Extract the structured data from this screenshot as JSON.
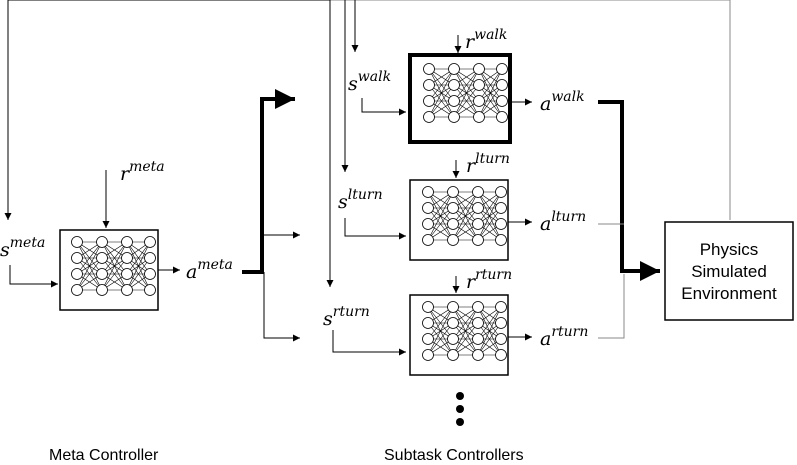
{
  "meta": {
    "state": {
      "base": "s",
      "sup": "meta"
    },
    "reward": {
      "base": "r",
      "sup": "meta"
    },
    "action": {
      "base": "a",
      "sup": "meta"
    },
    "caption": "Meta Controller"
  },
  "subtasks": {
    "caption": "Subtask Controllers",
    "more_indicator": "⋮",
    "walk": {
      "state": {
        "base": "s",
        "sup": "walk"
      },
      "reward": {
        "base": "r",
        "sup": "walk"
      },
      "action": {
        "base": "a",
        "sup": "walk"
      }
    },
    "lturn": {
      "state": {
        "base": "s",
        "sup": "lturn"
      },
      "reward": {
        "base": "r",
        "sup": "lturn"
      },
      "action": {
        "base": "a",
        "sup": "lturn"
      }
    },
    "rturn": {
      "state": {
        "base": "s",
        "sup": "rturn"
      },
      "reward": {
        "base": "r",
        "sup": "rturn"
      },
      "action": {
        "base": "a",
        "sup": "rturn"
      }
    }
  },
  "environment": {
    "line1": "Physics",
    "line2": "Simulated",
    "line3": "Environment"
  }
}
